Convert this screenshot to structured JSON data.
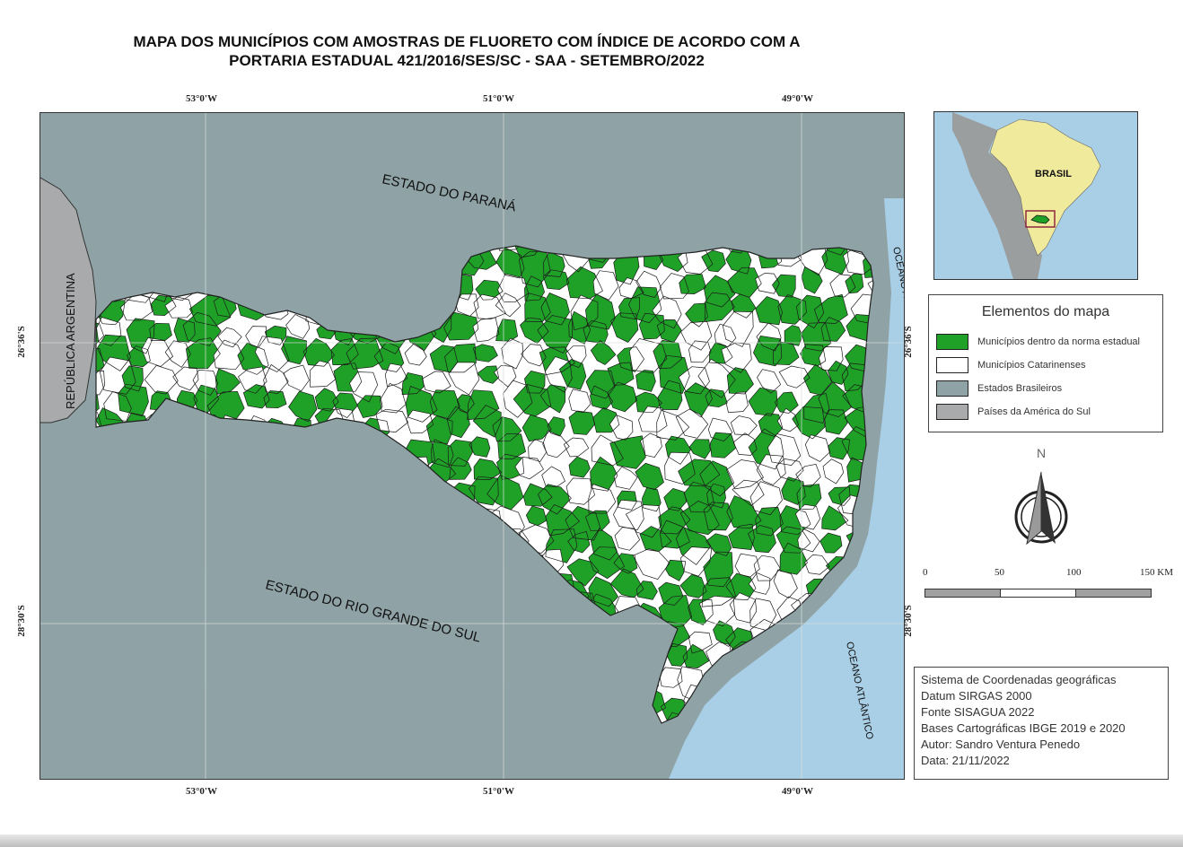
{
  "title": {
    "line1": "MAPA DOS MUNICÍPIOS COM AMOSTRAS DE  FLUORETO COM ÍNDICE DE ACORDO COM A",
    "line2": "PORTARIA ESTADUAL 421/2016/SES/SC  - SAA - SETEMBRO/2022"
  },
  "graticule": {
    "lon_labels": [
      "53°0'W",
      "51°0'W",
      "49°0'W"
    ],
    "lat_labels": [
      "26°36'S",
      "28°30'S"
    ]
  },
  "map": {
    "labels": {
      "parana": "ESTADO DO PARANÁ",
      "rgs": "ESTADO DO RIO GRANDE DO SUL",
      "argentina": "REPÚBLICA ARGENTINA",
      "ocean": "OCEANO ATLÂNTICO"
    }
  },
  "locator": {
    "country_label": "BRASIL"
  },
  "legend": {
    "title": "Elementos do mapa",
    "items": [
      {
        "label": "Municípios dentro da norma estadual",
        "color": "#1fa127"
      },
      {
        "label": "Municípios Catarinenses",
        "color": "#ffffff"
      },
      {
        "label": "Estados Brasileiros",
        "color": "#8fa3a6"
      },
      {
        "label": "Países da América do Sul",
        "color": "#a8aaab"
      }
    ]
  },
  "north_arrow": {
    "label": "N",
    "icon": "north-arrow-icon"
  },
  "scale_bar": {
    "ticks": [
      "0",
      "50",
      "100",
      "150 KM"
    ]
  },
  "info": {
    "lines": [
      "Sistema de Coordenadas geográficas",
      "Datum SIRGAS 2000",
      "Fonte SISAGUA 2022",
      "Bases Cartográficas IBGE 2019 e 2020",
      "Autor: Sandro Ventura Penedo",
      "Data: 21/11/2022"
    ]
  },
  "colors": {
    "green": "#1fa127",
    "state": "#8fa3a6",
    "country": "#a8aaab",
    "ocean": "#a9cfe6",
    "brazil": "#f0ea9c",
    "continent": "#9a9e9f"
  }
}
